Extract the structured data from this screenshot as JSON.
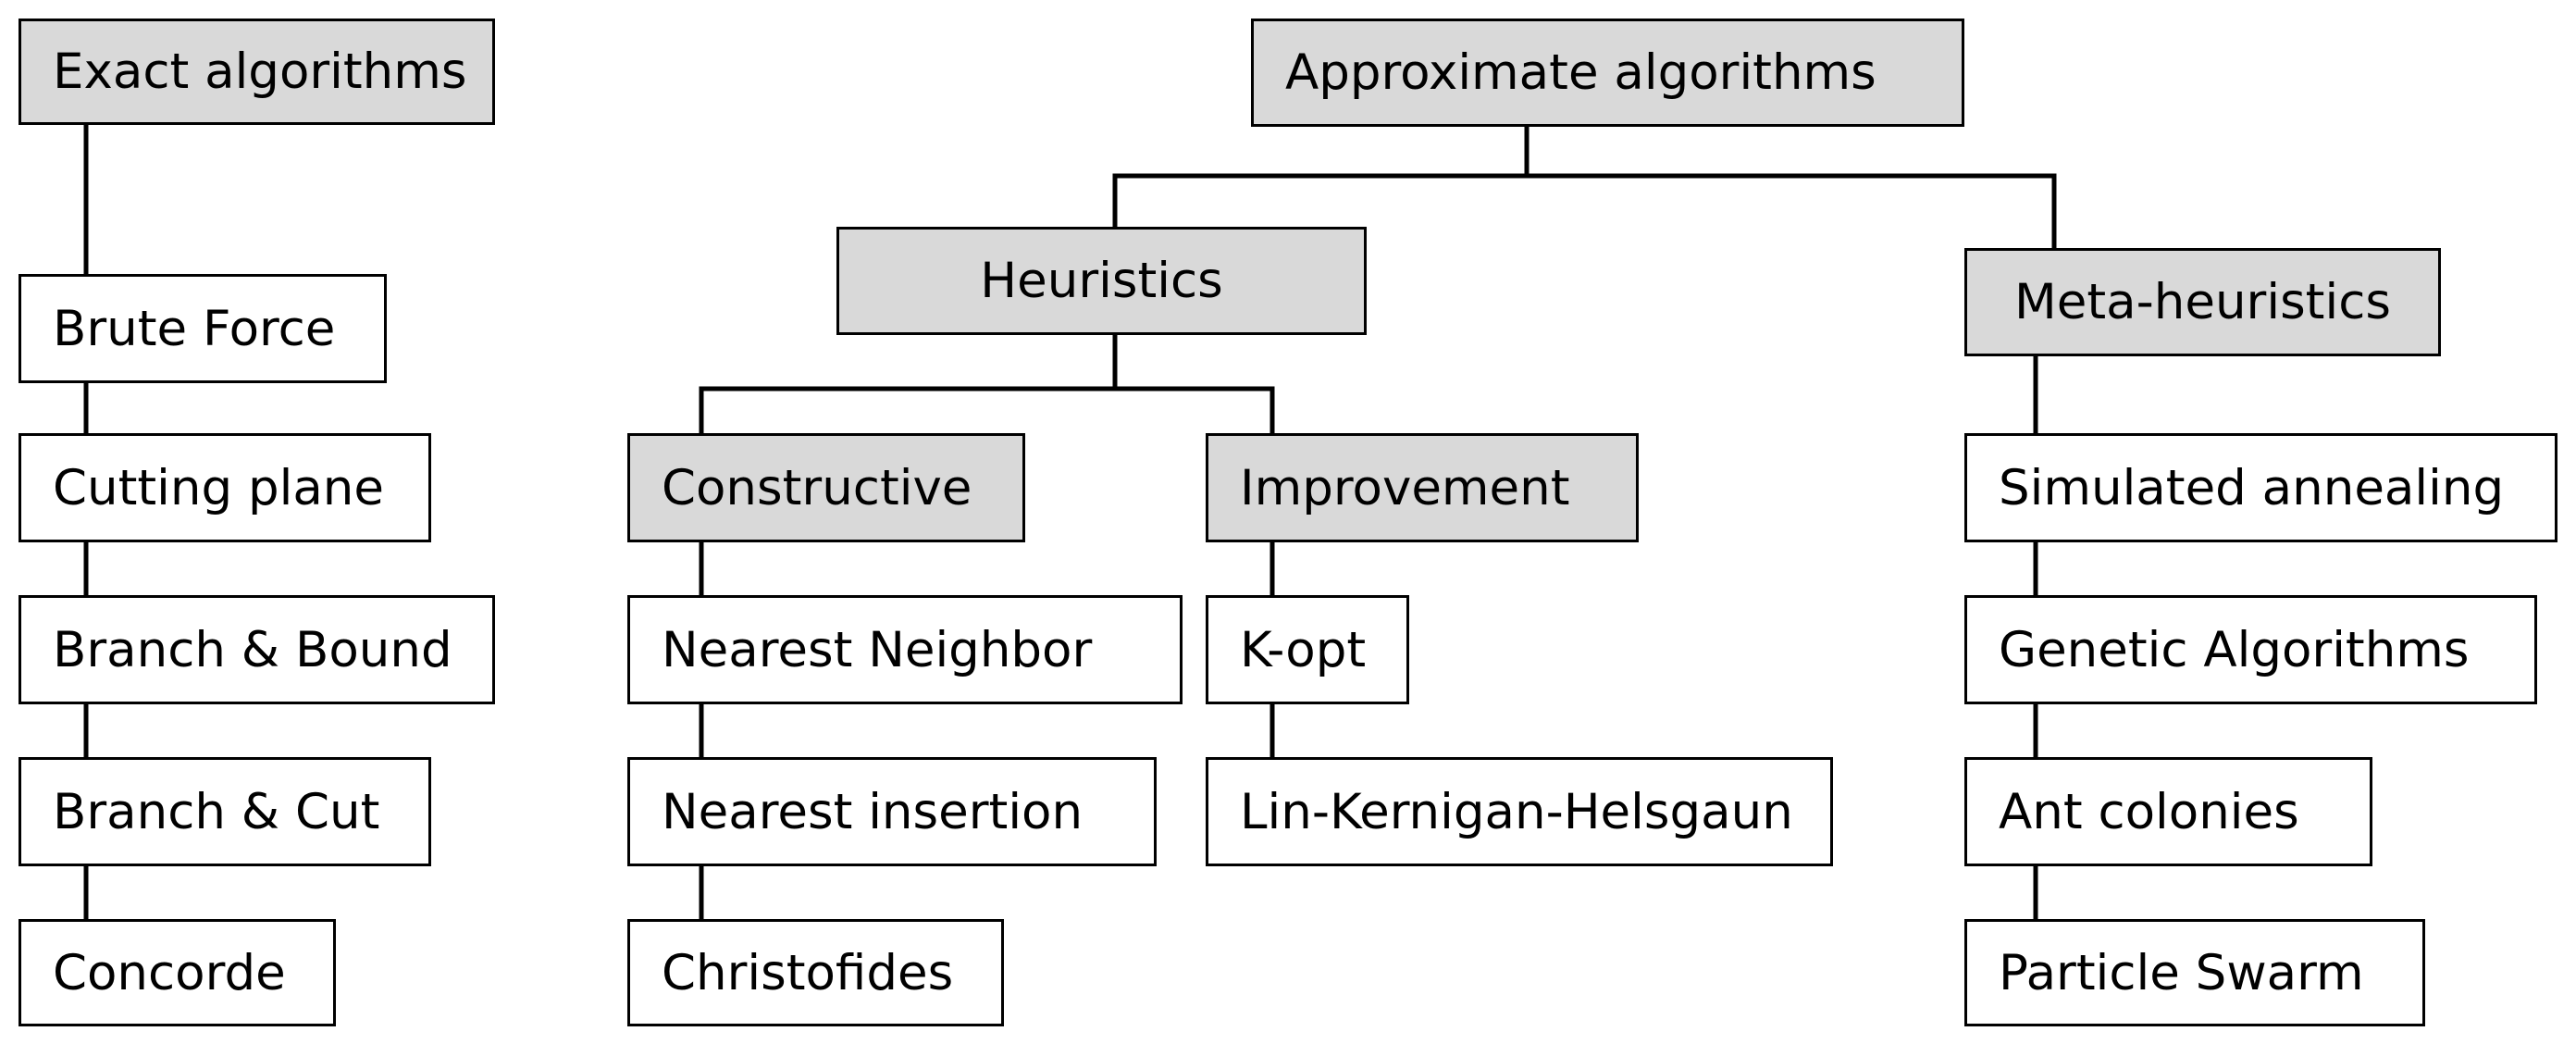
{
  "nodes": {
    "exact": "Exact algorithms",
    "approximate": "Approximate algorithms",
    "heuristics": "Heuristics",
    "meta_heuristics": "Meta-heuristics",
    "constructive": "Constructive",
    "improvement": "Improvement",
    "exact_methods": [
      "Brute Force",
      "Cutting plane",
      "Branch & Bound",
      "Branch & Cut",
      "Concorde"
    ],
    "constructive_methods": [
      "Nearest Neighbor",
      "Nearest insertion",
      "Christofides"
    ],
    "improvement_methods": [
      "K-opt",
      "Lin-Kernigan-Helsgaun"
    ],
    "meta_methods": [
      "Simulated annealing",
      "Genetic Algorithms",
      "Ant colonies",
      "Particle Swarm"
    ]
  },
  "colors": {
    "header_fill": "#d9d9d9",
    "leaf_fill": "#ffffff",
    "line": "#000000"
  }
}
